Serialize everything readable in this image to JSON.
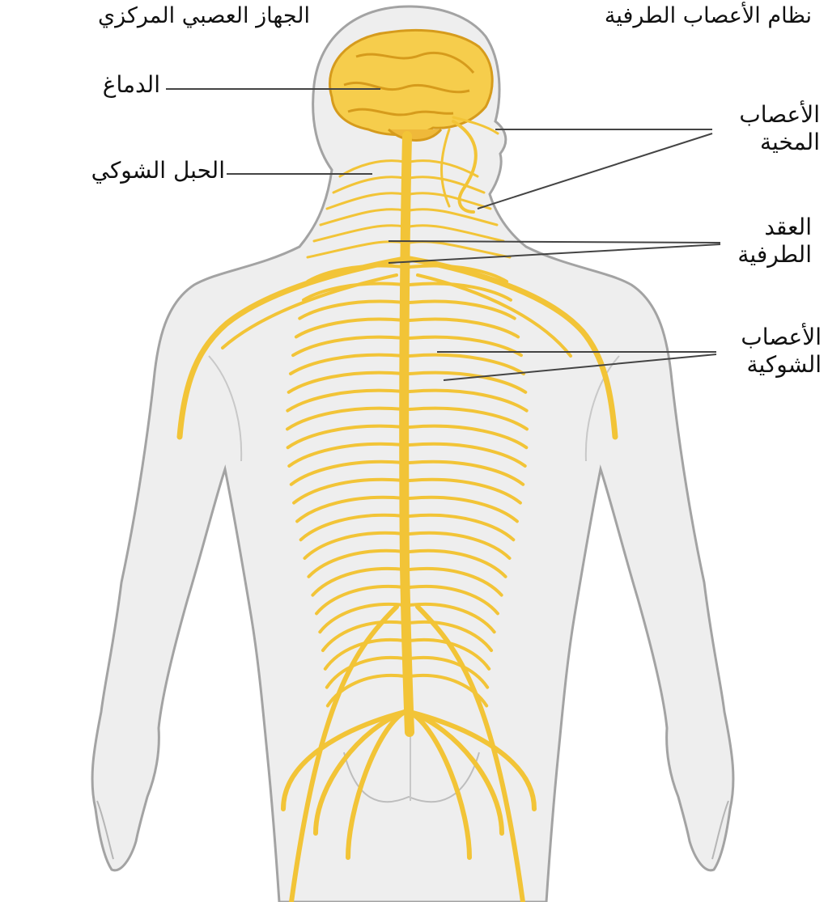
{
  "colors": {
    "nerve": "#f2c437",
    "nerve_dark": "#dba21e",
    "brain": "#f6cd4c",
    "brain_fold": "#d69b1c",
    "body_fill": "#eeeeee",
    "body_outline": "#a3a3a3",
    "leader": "#444444"
  },
  "headers": {
    "cns": "الجهاز العصبي المركزي",
    "pns": "نظام الأعصاب الطرفية"
  },
  "labels": {
    "brain": "الدماغ",
    "spinal_cord": "الحبل الشوكي",
    "cranial_nerves": [
      "الأعصاب",
      "المخية"
    ],
    "ganglia": [
      "العقد",
      "الطرفية"
    ],
    "spinal_nerves": [
      "الأعصاب",
      "الشوكية"
    ]
  },
  "icons": [
    "human-back-figure",
    "brain-icon",
    "spine-icon"
  ]
}
